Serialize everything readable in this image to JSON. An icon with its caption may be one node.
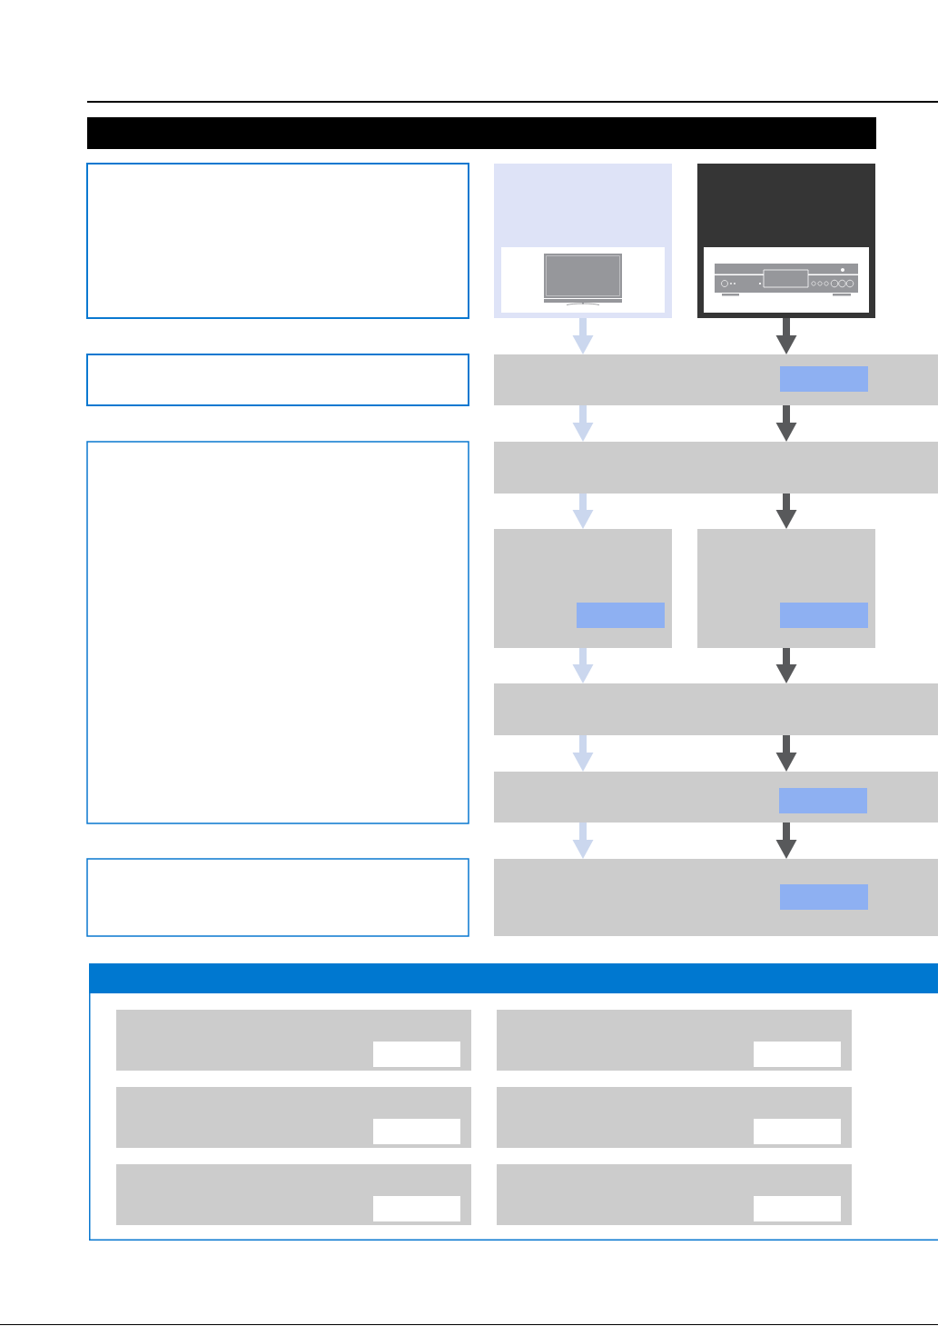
{
  "diagram": {
    "nodes": [
      {
        "text": [],
        "shape": "bar"
      },
      {
        "text": [],
        "shape": "box"
      },
      {
        "text": [],
        "shape": "box"
      },
      {
        "text": [],
        "shape": "box"
      },
      {
        "text": [],
        "shape": "box"
      },
      {
        "text": [],
        "shape": "box"
      },
      {
        "text": [],
        "shape": "picture",
        "in": 5
      },
      {
        "text": [],
        "shape": "box"
      },
      {
        "text": [],
        "shape": "picture",
        "in": 7
      },
      {
        "text": [],
        "shape": "box"
      },
      {
        "text": [],
        "shape": "box",
        "in": 9
      },
      {
        "text": [],
        "shape": "box"
      },
      {
        "text": [],
        "shape": "box"
      },
      {
        "text": [],
        "shape": "box",
        "in": 12
      },
      {
        "text": [],
        "shape": "box"
      },
      {
        "text": [],
        "shape": "box",
        "in": 14
      },
      {
        "text": [],
        "shape": "box"
      },
      {
        "text": [],
        "shape": "box"
      },
      {
        "text": [],
        "shape": "box",
        "in": 17
      },
      {
        "text": [],
        "shape": "box"
      },
      {
        "text": [],
        "shape": "box",
        "in": 19
      },
      {
        "text": [],
        "shape": "box"
      },
      {
        "text": [],
        "shape": "box",
        "in": 21
      },
      {
        "text": [],
        "shape": "box",
        "in": 22
      },
      {
        "text": [],
        "shape": "box",
        "in": 21
      },
      {
        "text": [],
        "shape": "box",
        "in": 24
      },
      {
        "text": [],
        "shape": "box",
        "in": 21
      },
      {
        "text": [],
        "shape": "box",
        "in": 26
      },
      {
        "text": [],
        "shape": "box",
        "in": 21
      },
      {
        "text": [],
        "shape": "box",
        "in": 28
      },
      {
        "text": [],
        "shape": "box",
        "in": 21
      },
      {
        "text": [],
        "shape": "box",
        "in": 30
      },
      {
        "text": [],
        "shape": "box",
        "in": 21
      },
      {
        "text": [],
        "shape": "box",
        "in": 32
      }
    ],
    "edges": [
      {
        "from": 5,
        "to": 9,
        "arrow": "to",
        "color": "#cbd7ee"
      },
      {
        "from": 7,
        "to": 9,
        "arrow": "to",
        "color": "#58595b"
      },
      {
        "from": 9,
        "to": 11,
        "arrow": "to",
        "color": "#cbd7ee"
      },
      {
        "from": 9,
        "to": 11,
        "arrow": "to",
        "color": "#58595b"
      },
      {
        "from": 11,
        "to": 12,
        "arrow": "to",
        "color": "#cbd7ee"
      },
      {
        "from": 11,
        "to": 14,
        "arrow": "to",
        "color": "#58595b"
      },
      {
        "from": 12,
        "to": 16,
        "arrow": "to",
        "color": "#cbd7ee"
      },
      {
        "from": 14,
        "to": 16,
        "arrow": "to",
        "color": "#58595b"
      },
      {
        "from": 16,
        "to": 17,
        "arrow": "to",
        "color": "#cbd7ee"
      },
      {
        "from": 16,
        "to": 17,
        "arrow": "to",
        "color": "#58595b"
      },
      {
        "from": 17,
        "to": 19,
        "arrow": "to",
        "color": "#cbd7ee"
      },
      {
        "from": 17,
        "to": 19,
        "arrow": "to",
        "color": "#58595b"
      }
    ]
  }
}
